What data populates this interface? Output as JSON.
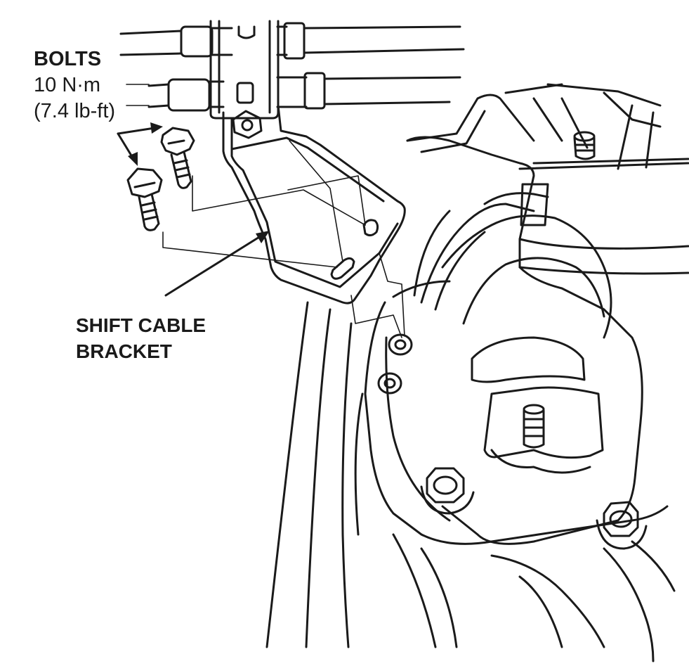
{
  "labels": {
    "bolts_title": "BOLTS",
    "bolts_torque_nm": "10 N·m",
    "bolts_torque_lbft": "(7.4 lb-ft)",
    "bracket_line1": "SHIFT CABLE",
    "bracket_line2": "BRACKET"
  },
  "colors": {
    "ink": "#1a1a1a",
    "background": "#ffffff"
  }
}
